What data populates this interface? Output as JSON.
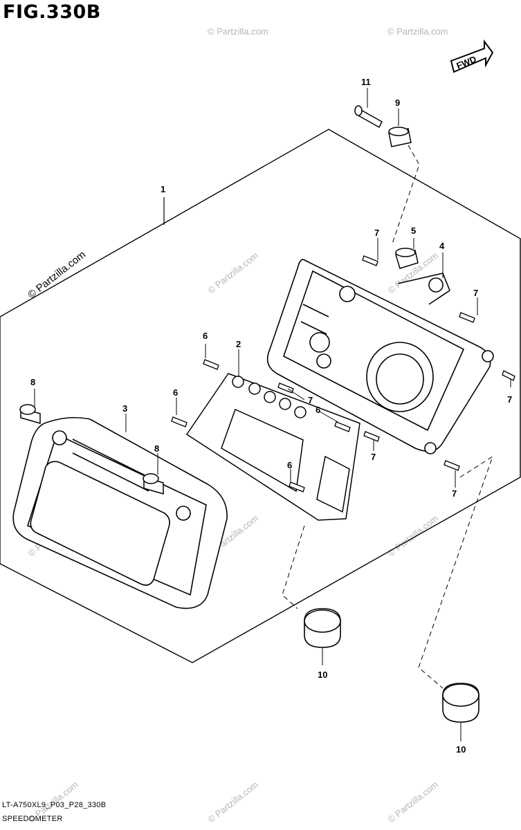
{
  "figure": {
    "title": "FIG.330B",
    "diagram_code": "LT-A750XL9_P03_P28_330B",
    "section_name": "SPEEDOMETER",
    "direction_label": "FWD"
  },
  "watermark": {
    "text": "© Partzilla.com"
  },
  "callouts": {
    "c1": "1",
    "c2": "2",
    "c3": "3",
    "c4": "4",
    "c5": "5",
    "c6a": "6",
    "c6b": "6",
    "c6c": "6",
    "c6d": "6",
    "c7a": "7",
    "c7b": "7",
    "c7c": "7",
    "c7d": "7",
    "c7e": "7",
    "c7f": "7",
    "c8a": "8",
    "c8b": "8",
    "c9": "9",
    "c10a": "10",
    "c10b": "10",
    "c11": "11"
  }
}
